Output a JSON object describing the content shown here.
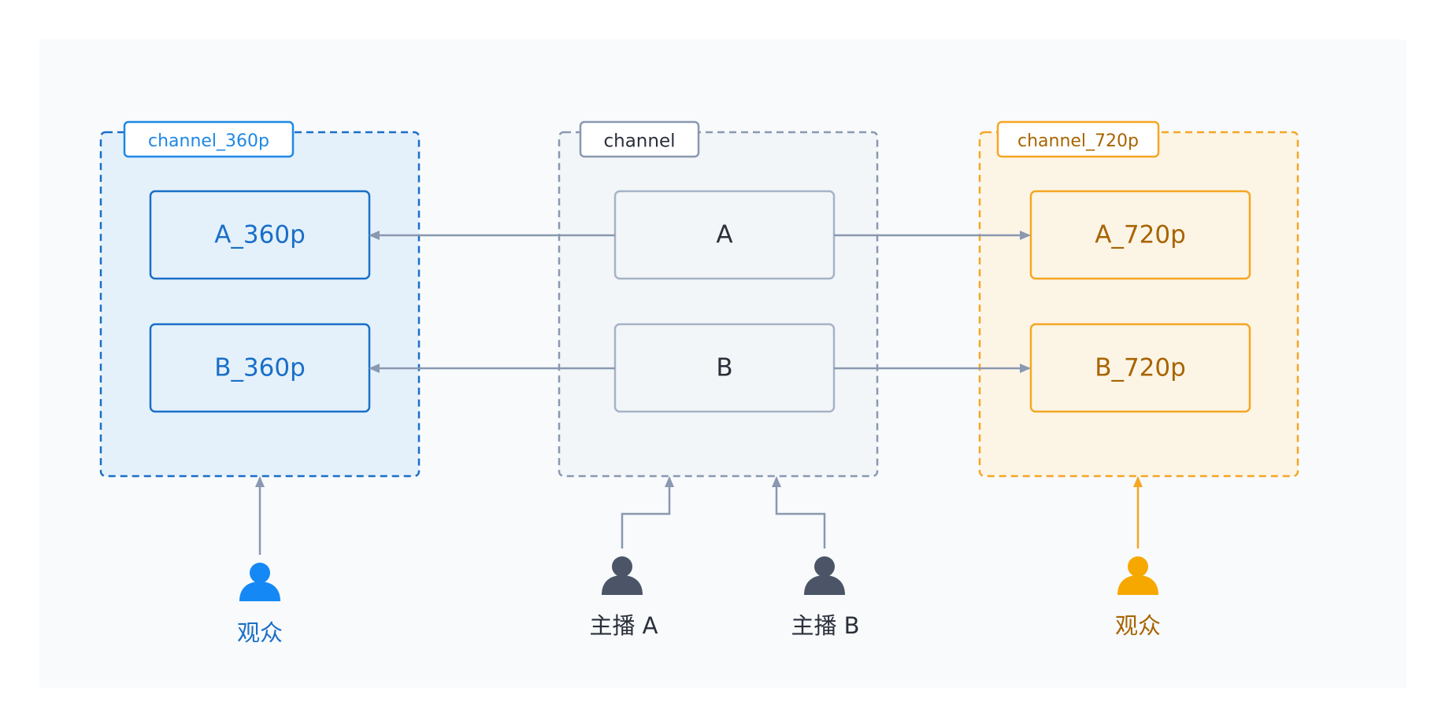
{
  "colors": {
    "blue": "#1a6fc7",
    "blue_light": "#1e88e5",
    "blue_fill": "#e4f1fb",
    "gray": "#8a98b0",
    "gray_fill": "#f3f6f9",
    "orange": "#f5a623",
    "orange_text": "#a86400",
    "orange_fill": "#fcf5e6",
    "person_gray": "#4b5567",
    "person_blue": "#1488f5",
    "person_orange": "#f7a800",
    "dark_text": "#2a2f3a",
    "background_panel": "#f8fafc"
  },
  "groups": {
    "channel_360p": {
      "label": "channel_360p",
      "items": [
        "A_360p",
        "B_360p"
      ]
    },
    "channel": {
      "label": "channel",
      "items": [
        "A",
        "B"
      ]
    },
    "channel_720p": {
      "label": "channel_720p",
      "items": [
        "A_720p",
        "B_720p"
      ]
    }
  },
  "people": {
    "viewer_left": {
      "label": "观众",
      "icon": "person-icon"
    },
    "host_a": {
      "label": "主播 A",
      "icon": "person-icon"
    },
    "host_b": {
      "label": "主播 B",
      "icon": "person-icon"
    },
    "viewer_right": {
      "label": "观众",
      "icon": "person-icon"
    }
  }
}
